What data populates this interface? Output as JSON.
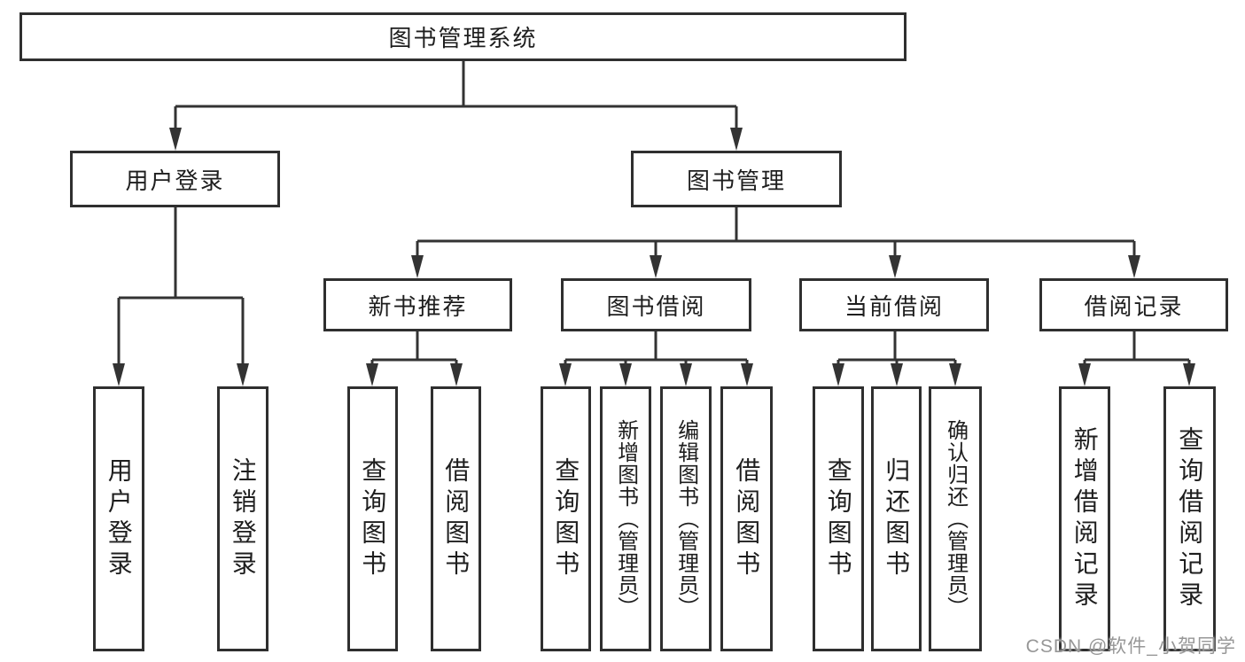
{
  "tree": {
    "label": "图书管理系统",
    "children": [
      {
        "label": "用户登录",
        "children": [
          {
            "label": "用户登录"
          },
          {
            "label": "注销登录"
          }
        ]
      },
      {
        "label": "图书管理",
        "children": [
          {
            "label": "新书推荐",
            "children": [
              {
                "label": "查询图书"
              },
              {
                "label": "借阅图书"
              }
            ]
          },
          {
            "label": "图书借阅",
            "children": [
              {
                "label": "查询图书"
              },
              {
                "label": "新增图书（管理员）"
              },
              {
                "label": "编辑图书（管理员）"
              },
              {
                "label": "借阅图书"
              }
            ]
          },
          {
            "label": "当前借阅",
            "children": [
              {
                "label": "查询图书"
              },
              {
                "label": "归还图书"
              },
              {
                "label": "确认归还（管理员）"
              }
            ]
          },
          {
            "label": "借阅记录",
            "children": [
              {
                "label": "新增借阅记录"
              },
              {
                "label": "查询借阅记录"
              }
            ]
          }
        ]
      }
    ]
  },
  "watermark": {
    "text": "CSDN @软件_小贺同学"
  },
  "colors": {
    "background": "#ffffff",
    "line": "#333333",
    "box_border": "#2f2f2f",
    "text": "#1e1e1e",
    "watermark": "#979797"
  }
}
